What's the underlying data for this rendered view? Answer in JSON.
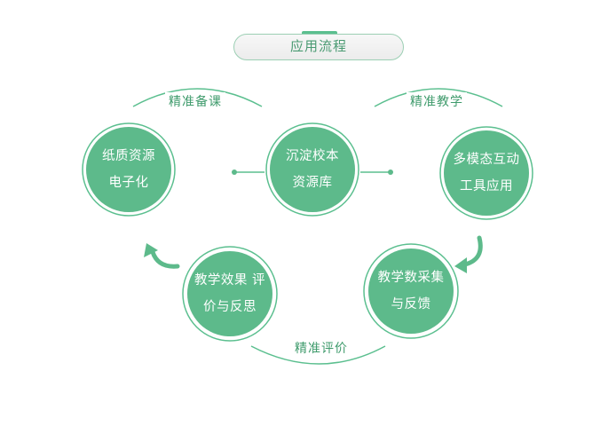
{
  "title": "应用流程",
  "arc_labels": {
    "top_left": "精准备课",
    "top_right": "精准教学",
    "bottom": "精准评价"
  },
  "nodes": {
    "paper": {
      "line1": "纸质资源",
      "line2": "电子化"
    },
    "school": {
      "line1": "沉淀校本",
      "line2": "资源库"
    },
    "interactive": {
      "line1": "多模态互动",
      "line2": "工具应用"
    },
    "collection": {
      "line1": "教学数采集",
      "line2": "与反馈"
    },
    "evaluation": {
      "line1": "教学效果 评",
      "line2": "价与反思"
    }
  },
  "colors": {
    "node_fill": "#5dba8b",
    "accent_dark": "#4a9a72",
    "arc_stroke": "#5bbf8f"
  }
}
